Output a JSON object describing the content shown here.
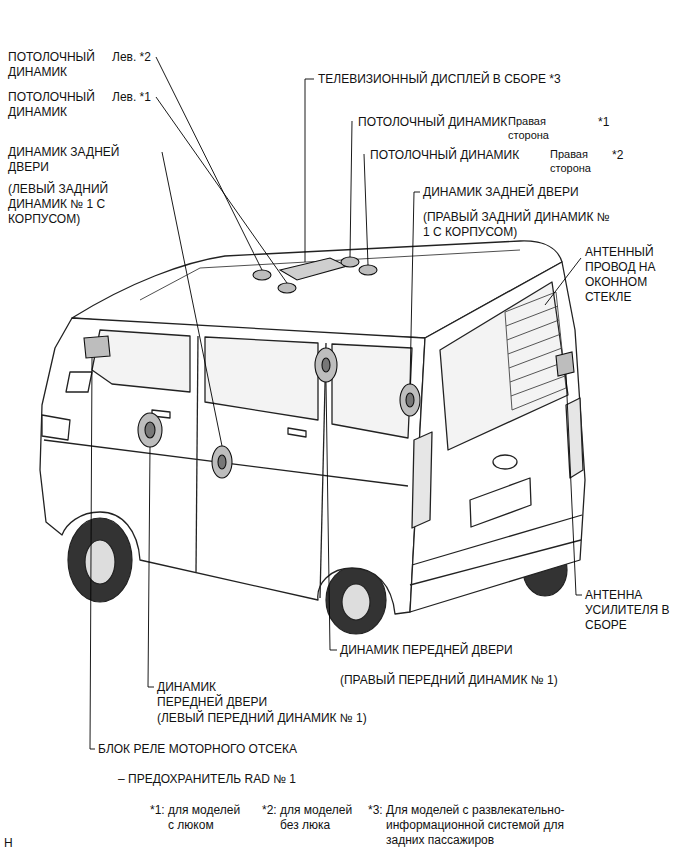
{
  "diagram": {
    "labels": [
      "ПОТОЛОЧНЫЙ ДИНАМИК",
      "Лев. *2",
      "ПОТОЛОЧНЫЙ ДИНАМИК",
      "Лев. *1",
      "ДИНАМИК ЗАДНЕЙ ДВЕРИ",
      "(ЛЕВЫЙ ЗАДНИЙ ДИНАМИК № 1 С КОРПУСОМ)",
      "ТЕЛЕВИЗИОННЫЙ ДИСПЛЕЙ В СБОРЕ *3",
      "ПОТОЛОЧНЫЙ ДИНАМИК",
      "Правая сторона",
      "*1",
      "ПОТОЛОЧНЫЙ ДИНАМИК",
      "Правая сторона",
      "*2",
      "ДИНАМИК ЗАДНЕЙ ДВЕРИ",
      "(ПРАВЫЙ ЗАДНИЙ ДИНАМИК № 1 С КОРПУСОМ)",
      "АНТЕННЫЙ ПРОВОД НА ОКОННОМ СТЕКЛЕ",
      "АНТЕННА УСИЛИТЕЛЯ В СБОРЕ",
      "ДИНАМИК ПЕРЕДНЕЙ ДВЕРИ",
      "(ПРАВЫЙ ПЕРЕДНИЙ ДИНАМИК № 1)",
      "ДИНАМИК ПЕРЕДНЕЙ ДВЕРИ",
      "(ЛЕВЫЙ ПЕРЕДНИЙ ДИНАМИК № 1)",
      "БЛОК РЕЛЕ МОТОРНОГО ОТСЕКА",
      "– ПРЕДОХРАНИТЕЛЬ RAD № 1",
      "*1: для моделей с люком",
      "*2: для моделей без люка",
      "*3: Для моделей с развлекательно-информационной системой для задних пассажиров",
      "H"
    ]
  }
}
